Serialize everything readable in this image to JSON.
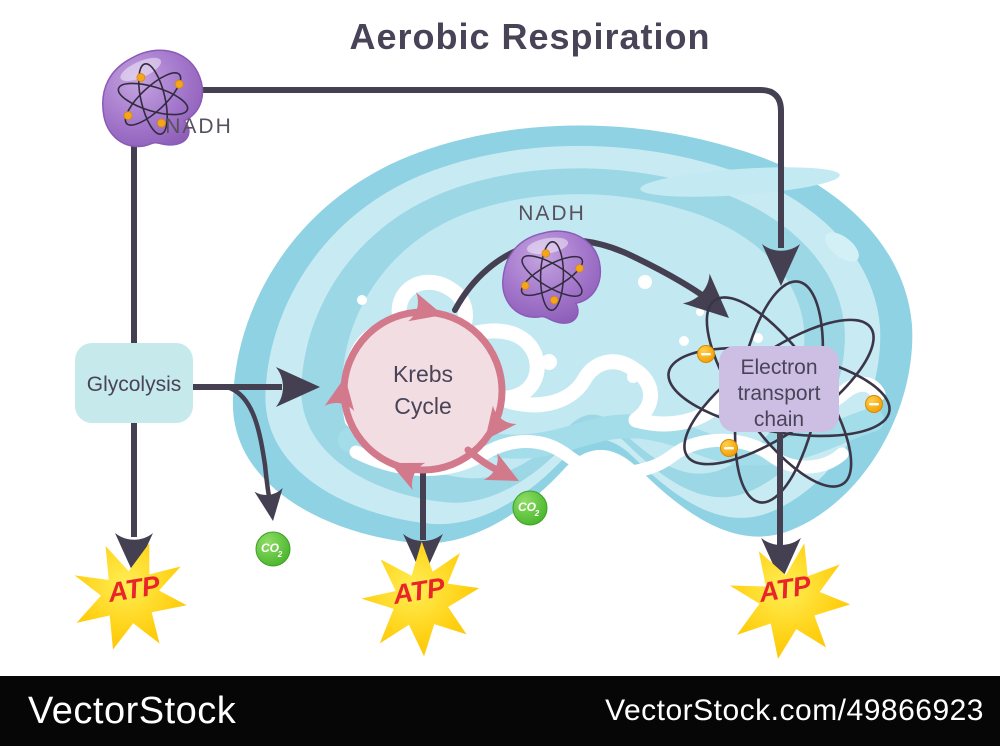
{
  "title": "Aerobic Respiration",
  "watermark": {
    "brand": "VectorStock",
    "credit": "VectorStock.com/49866923"
  },
  "diagram": {
    "nadh_cytosol_label": "NADH",
    "nadh_matrix_label": "NADH",
    "glycolysis_label": "Glycolysis",
    "krebs_line1": "Krebs",
    "krebs_line2": "Cycle",
    "etc_line1": "Electron",
    "etc_line2": "transport",
    "etc_line3": "chain",
    "atp_label": "ATP",
    "co2_main": "CO",
    "co2_sub": "2"
  },
  "colors": {
    "outline_dark": "#453f52",
    "membrane_outer": "#8ed2e3",
    "membrane_light": "#c8eaf2",
    "membrane_inner": "#9cd7e6",
    "matrix": "#c2e8f1",
    "nadh_purple": "#9a6cc5",
    "krebs_fill": "#f2dde3",
    "krebs_stroke": "#d3798c",
    "glycolysis_box": "#c6e9ec",
    "etc_box": "#cdbfe4",
    "atp_star": "#ffd012",
    "atp_text": "#e8262a",
    "co2_green": "#4db92f",
    "electron_orange": "#f5a51c"
  }
}
